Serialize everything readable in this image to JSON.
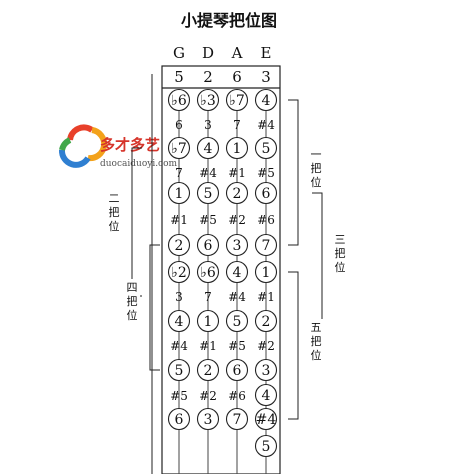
{
  "title": "小提琴把位图",
  "strings": [
    "G",
    "D",
    "A",
    "E"
  ],
  "open_notes": [
    "5",
    "2",
    "6",
    "3"
  ],
  "watermark": {
    "brand": "多才多艺",
    "site": "duocaiduoyi.com"
  },
  "fingerboard": [
    {
      "G": "♭6",
      "D": "♭3",
      "A": "♭7",
      "E": "4"
    },
    {
      "G": "6",
      "D": "3",
      "A": "7",
      "E": "#4"
    },
    {
      "G": "♭7",
      "D": "4",
      "A": "1",
      "E": "5"
    },
    {
      "G": "7",
      "D": "#4",
      "A": "#1",
      "E": "#5"
    },
    {
      "G": "1",
      "D": "5",
      "A": "2",
      "E": "6"
    },
    {
      "G": "#1",
      "D": "#5",
      "A": "#2",
      "E": "#6"
    },
    {
      "G": "2",
      "D": "6",
      "A": "3",
      "E": "7"
    },
    {
      "G": "♭2",
      "D": "♭6",
      "A": "4",
      "E": "1"
    },
    {
      "G": "3",
      "D": "7",
      "A": "#4",
      "E": "#1"
    },
    {
      "G": "4",
      "D": "1",
      "A": "5",
      "E": "2"
    },
    {
      "G": "#4",
      "D": "#1",
      "A": "#5",
      "E": "#2"
    },
    {
      "G": "5",
      "D": "2",
      "A": "6",
      "E": "3"
    },
    {
      "G": "#5",
      "D": "#2",
      "A": "#6",
      "E": "4"
    },
    {
      "G": "6",
      "D": "3",
      "A": "7",
      "E": "#4"
    },
    {
      "G": "",
      "D": "",
      "A": "",
      "E": "5"
    }
  ],
  "positions": [
    {
      "label": "一把位"
    },
    {
      "label": "二把位"
    },
    {
      "label": "三把位"
    },
    {
      "label": "四把位"
    },
    {
      "label": "五把位"
    }
  ]
}
